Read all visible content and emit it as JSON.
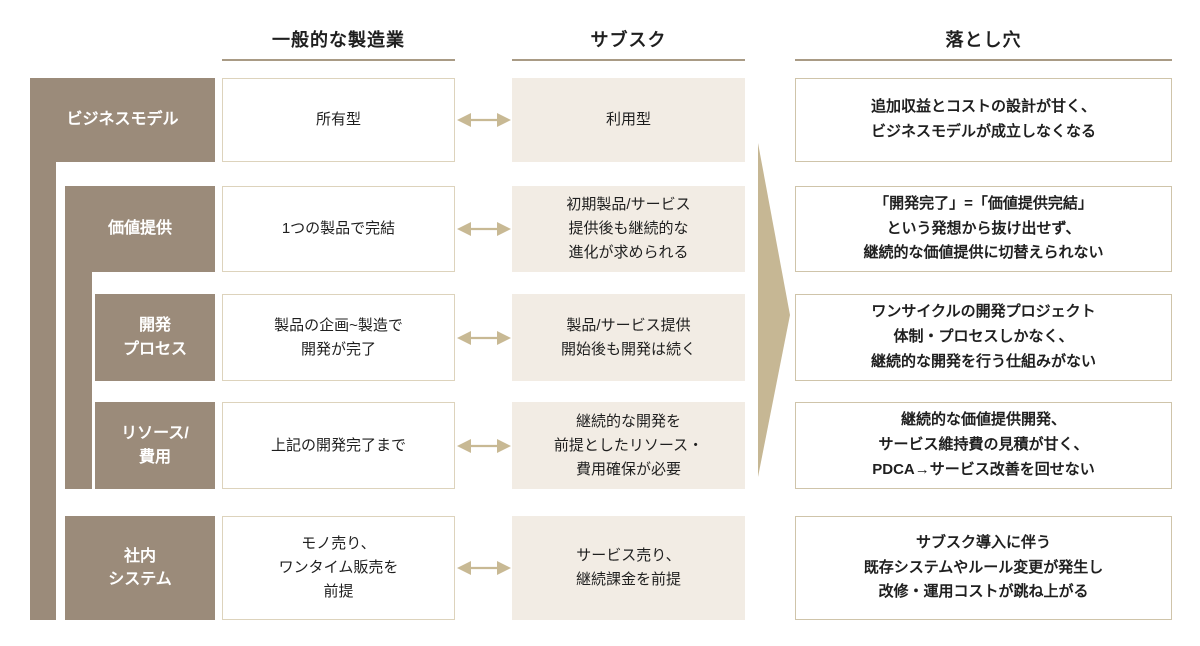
{
  "columns": {
    "manufacturing": "一般的な製造業",
    "subscription": "サブスク",
    "pitfall": "落とし穴"
  },
  "rows": [
    {
      "label": "ビジネスモデル",
      "manufacturing": "所有型",
      "subscription": "利用型",
      "pitfall": "追加収益とコストの設計が甘く、\nビジネスモデルが成立しなくなる"
    },
    {
      "label": "価値提供",
      "manufacturing": "1つの製品で完結",
      "subscription": "初期製品/サービス\n提供後も継続的な\n進化が求められる",
      "pitfall": "「開発完了」=「価値提供完結」\nという発想から抜け出せず、\n継続的な価値提供に切替えられない"
    },
    {
      "label": "開発\nプロセス",
      "manufacturing": "製品の企画~製造で\n開発が完了",
      "subscription": "製品/サービス提供\n開始後も開発は続く",
      "pitfall": "ワンサイクルの開発プロジェクト\n体制・プロセスしかなく、\n継続的な開発を行う仕組みがない"
    },
    {
      "label": "リソース/\n費用",
      "manufacturing": "上記の開発完了まで",
      "subscription": "継続的な開発を\n前提としたリソース・\n費用確保が必要",
      "pitfall": "継続的な価値提供開発、\nサービス維持費の見積が甘く、\nPDCA→サービス改善を回せない"
    },
    {
      "label": "社内\nシステム",
      "manufacturing": "モノ売り、\nワンタイム販売を\n前提",
      "subscription": "サービス売り、\n継続課金を前提",
      "pitfall": "サブスク導入に伴う\n既存システムやルール変更が発生し\n改修・運用コストが跳ね上がる"
    }
  ],
  "icons": {
    "row_connector": "bidirectional-arrow-icon",
    "pitfall_flow": "big-right-arrow-icon"
  },
  "colors": {
    "sidebar_brown": "#9b8b7a",
    "subscription_beige": "#f2ece4",
    "arrow_tan": "#c8b994",
    "flow_arrow_tan": "#c6b794",
    "manufacturing_border": "#ddd3bc",
    "pitfall_border": "#cfc4aa",
    "header_rule": "#a99b85",
    "text": "#1f1f1f"
  }
}
